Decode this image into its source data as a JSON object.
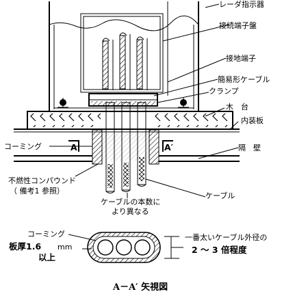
{
  "labels": {
    "radar": "レーダ指示器",
    "terminal_board": "接続端子盤",
    "ground_terminal": "接地端子",
    "simple_cable": "簡易形ケーブル",
    "clamp": "クランプ",
    "wood_base": "木　台",
    "inner_panel": "内装板",
    "coaming_left": "コーミング",
    "section_a": "A",
    "section_a_prime": "A′",
    "bulkhead": "隔　壁",
    "compound_line1": "不燃性コンパウンド",
    "compound_line2": "（ 備考1 参照）",
    "cable": "ケーブル",
    "cable_count_line1": "ケーブルの本数に",
    "cable_count_line2": "より異なる",
    "coaming_bottom": "コーミング",
    "thickness_line1": "板厚1.6",
    "thickness_unit": "mm",
    "thickness_line2": "以上",
    "diameter_line1": "一番太いケーブル外径の",
    "diameter_line2": "2 ～ 3 倍程度",
    "caption": "A－A′ 矢視図"
  }
}
